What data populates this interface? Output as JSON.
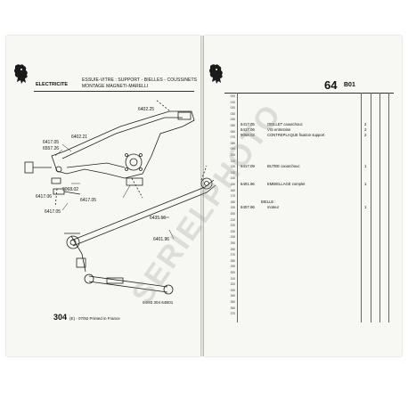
{
  "left_page": {
    "section": "ELECTRICITE",
    "header_lines": [
      "ESSUIE-VITRE : SUPPORT - BIELLES - COUSSINETS",
      "MONTAGE MAGNETI-MARELLI"
    ],
    "refs": {
      "r1": "6402.25",
      "r2": "6417.05",
      "r3": "6557.26",
      "r4": "6402.21",
      "r5": "6417.06",
      "r6": "6417.05",
      "r7": "9068.02",
      "r8": "6417.05",
      "r9": "6435.16",
      "r10": "6401.96"
    },
    "footer_code": "04/93  304  64B01",
    "footer_model": "304",
    "footer_small": "(E) - 07/92 Printed in France"
  },
  "right_page": {
    "chapter": "64",
    "sub": "B01",
    "row_numbers": [
      "000",
      "010",
      "020",
      "030",
      "040",
      "050",
      "060",
      "070",
      "080",
      "090",
      "100",
      "110",
      "120",
      "130",
      "140",
      "150",
      "160",
      "170",
      "180",
      "190",
      "200",
      "210",
      "220",
      "230",
      "240",
      "250",
      "260",
      "270",
      "280",
      "290",
      "300",
      "310",
      "320",
      "330",
      "340",
      "350",
      "360",
      "370"
    ],
    "parts": [
      {
        "ref": "6417.05",
        "desc": "OEILLET caoutchouc",
        "qty": "2"
      },
      {
        "ref": "6417.06",
        "desc": "VIS entretoise",
        "qty": "2"
      },
      {
        "ref": "9068.02",
        "desc": "CONTREPLAQUE fixation support",
        "qty": "2"
      },
      {
        "ref": "6417.09",
        "desc": "BUTEE caoutchouc",
        "qty": "1"
      },
      {
        "ref": "6401.96",
        "desc": "EMBIELLAGE complet",
        "qty": "1"
      },
      {
        "ref": "",
        "desc": "BIELLE :",
        "qty": ""
      },
      {
        "ref": "6407.96",
        "desc": "moteur",
        "qty": "1"
      }
    ]
  },
  "watermark": "SERIELPHOTO"
}
